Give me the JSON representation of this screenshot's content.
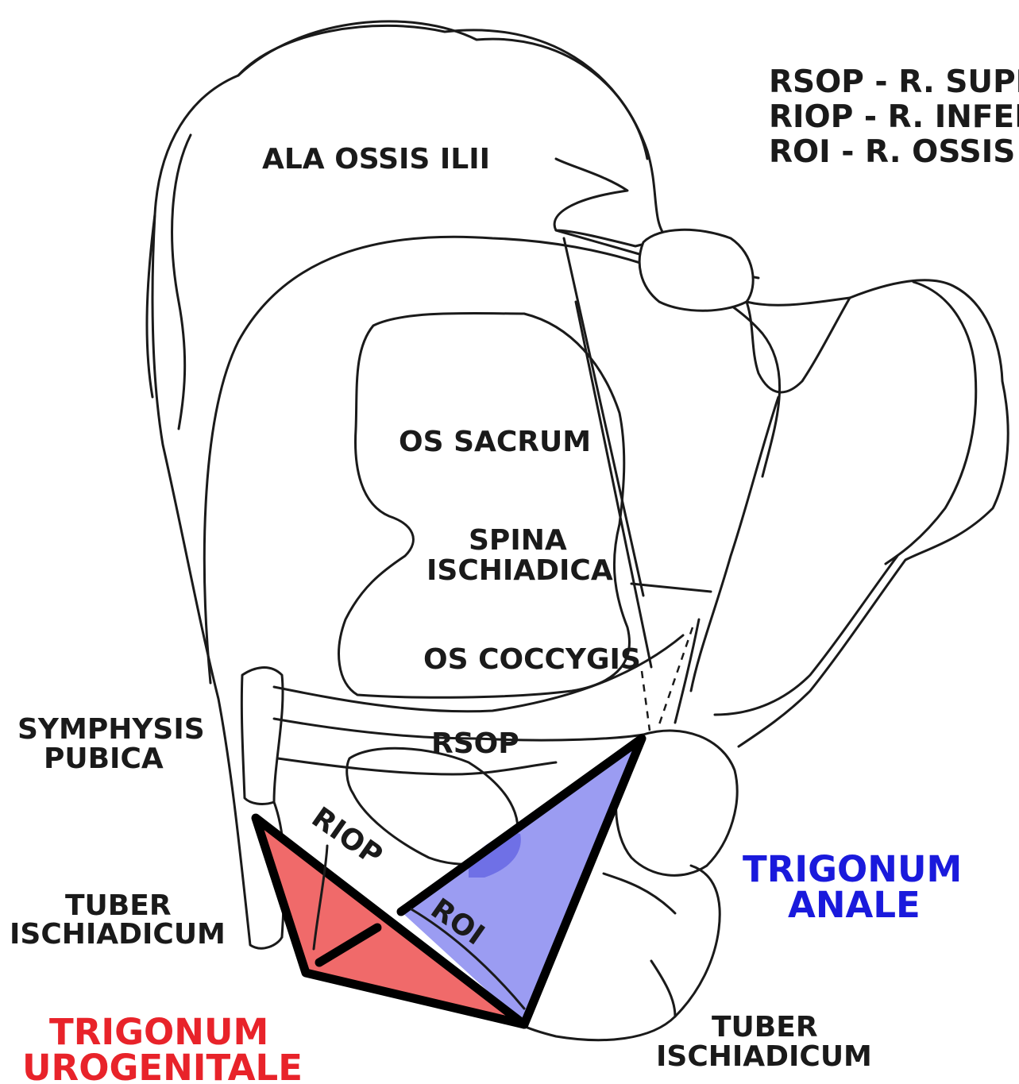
{
  "legend": [
    "RSOP - R. SUPE",
    "RIOP - R. INFER",
    "ROI - R. OSSIS I"
  ],
  "labels": {
    "ala_ossis_ilii": "ALA OSSIS ILII",
    "os_sacrum": "OS SACRUM",
    "spina_line1": "SPINA",
    "spina_line2": "ISCHIADICA",
    "os_coccygis": "OS COCCYGIS",
    "symphysis_line1": "SYMPHYSIS",
    "symphysis_line2": "PUBICA",
    "rsop": "RSOP",
    "riop": "RIOP",
    "roi": "ROI",
    "tuber_left_line1": "TUBER",
    "tuber_left_line2": "ISCHIADICUM",
    "tuber_right_line1": "TUBER",
    "tuber_right_line2": "ISCHIADICUM",
    "trig_anale_line1": "TRIGONUM",
    "trig_anale_line2": "ANALE",
    "trig_uro_line1": "TRIGONUM",
    "trig_uro_line2": "UROGENITALE"
  },
  "colors": {
    "urogenital_fill": "#f06a6a",
    "urogenital_text": "#e8232a",
    "anal_fill": "#9b9cf2",
    "anal_overlap": "#6f70e6",
    "anal_text": "#1a1adc"
  }
}
